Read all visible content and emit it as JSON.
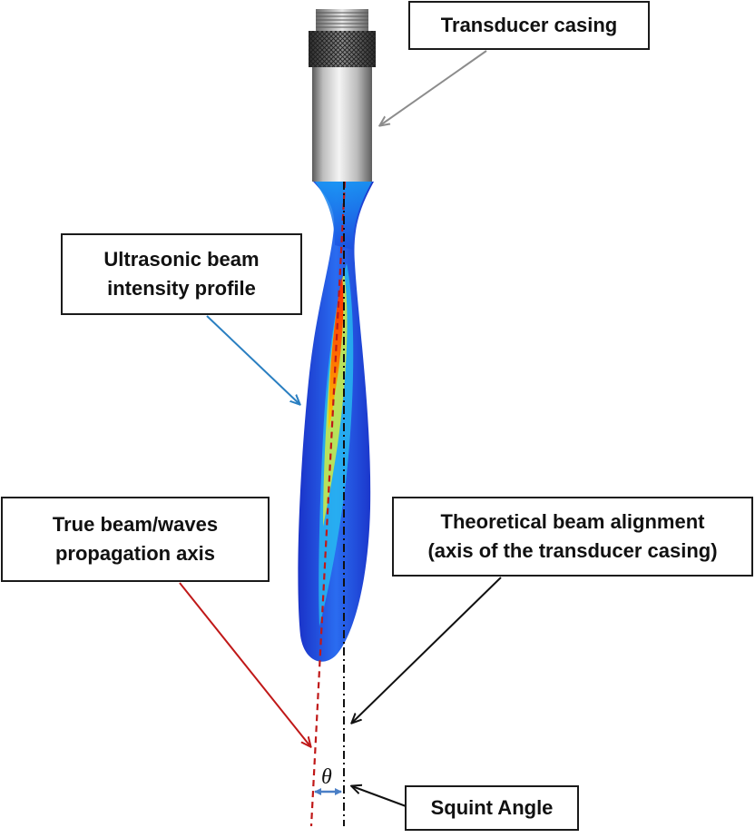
{
  "labels": {
    "transducer_casing": "Transducer casing",
    "beam_profile_line1": "Ultrasonic beam",
    "beam_profile_line2": "intensity profile",
    "true_axis_line1": "True beam/waves",
    "true_axis_line2": "propagation axis",
    "theoretical_line1": "Theoretical beam alignment",
    "theoretical_line2": "(axis of the transducer casing)",
    "squint_angle": "Squint Angle",
    "theta_symbol": "θ"
  },
  "colors": {
    "transducer_arrow": "#8c8c8c",
    "beam_arrow": "#2a7fc1",
    "true_axis": "#c01818",
    "theoretical_axis": "#111111",
    "angle_arrow": "#4a7fc6"
  }
}
